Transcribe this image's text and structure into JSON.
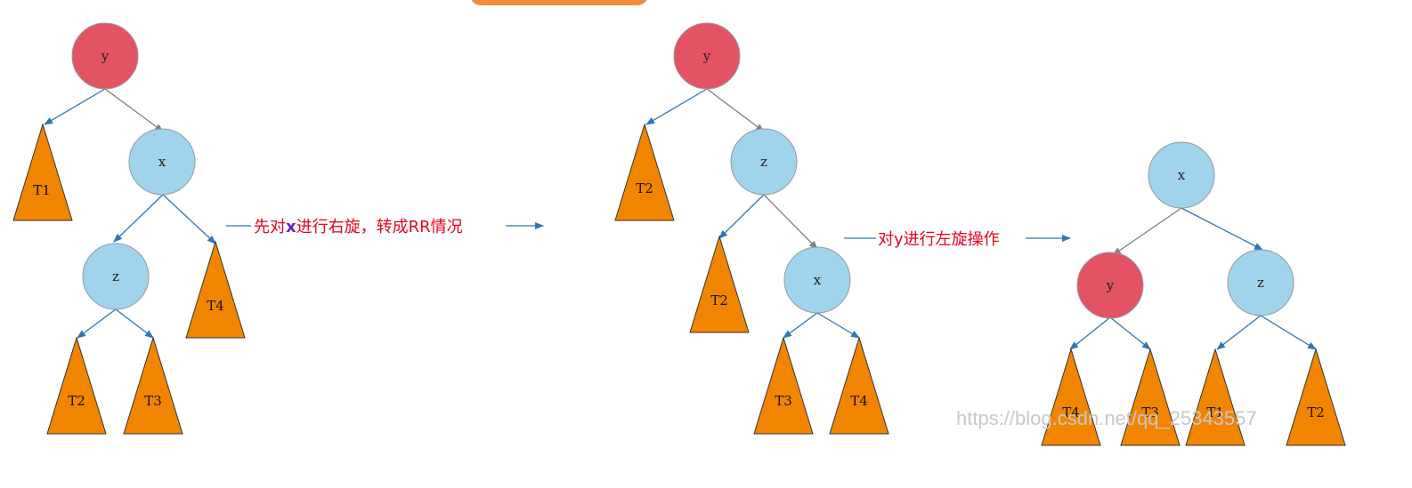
{
  "colors": {
    "red_node": "#e45364",
    "blue_node": "#9fd4ec",
    "triangle": "#f28500",
    "blue_edge": "#2e75b6",
    "gray_edge": "#808080",
    "label_red": "#e8001c",
    "label_purple": "#6a1fb8",
    "top_tab": "#f28b3a"
  },
  "diagram1": {
    "root": "y",
    "n1": "x",
    "n2": "z",
    "t1": "T1",
    "t2": "T2",
    "t3": "T3",
    "t4": "T4"
  },
  "arrow1": {
    "prefix": "先对",
    "var": "x",
    "suffix": "进行右旋，转成RR情况"
  },
  "diagram2": {
    "root": "y",
    "n1": "z",
    "n2": "x",
    "t1": "T2",
    "t2": "T2",
    "t3": "T3",
    "t4": "T4"
  },
  "arrow2": {
    "text": "对y进行左旋操作"
  },
  "diagram3": {
    "root": "x",
    "left": "y",
    "right": "z",
    "t1": "T4",
    "t2": "T3",
    "t3": "T1",
    "t4": "T2"
  },
  "watermark": "https://blog.csdn.net/qq_25343557"
}
